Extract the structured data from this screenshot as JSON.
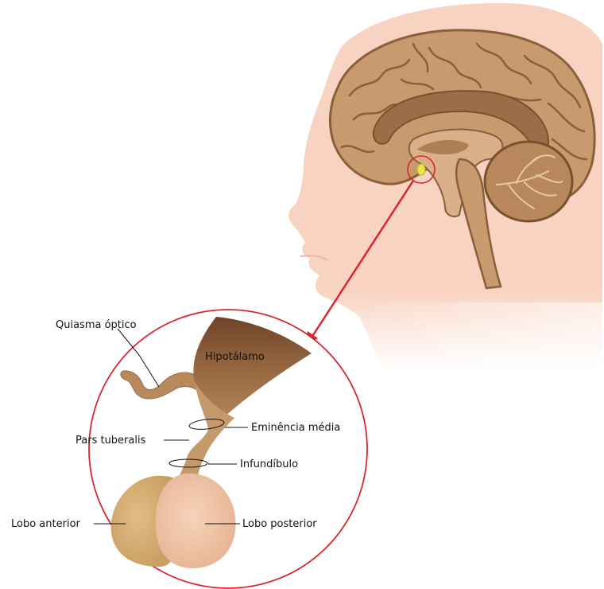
{
  "labels": {
    "hypothalamus": "Hipotálamo",
    "optic_chiasm": "Quiasma óptico",
    "median_eminence": "Eminência média",
    "pars_tuberalis": "Pars tuberalis",
    "infundibulum": "Infundíbulo",
    "anterior_lobe": "Lobo anterior",
    "posterior_lobe": "Lobo posterior"
  },
  "colors": {
    "skin": "#f9d3c1",
    "brain": "#c89a6d",
    "brain_dark": "#8a5f3b",
    "pituitary_highlight": "#e8e84a",
    "magnifier_ring": "#d9272e",
    "anterior_lobe": "#d6ad72",
    "posterior_lobe": "#f2c4a6",
    "hypothalamus": "#9a6b43"
  }
}
